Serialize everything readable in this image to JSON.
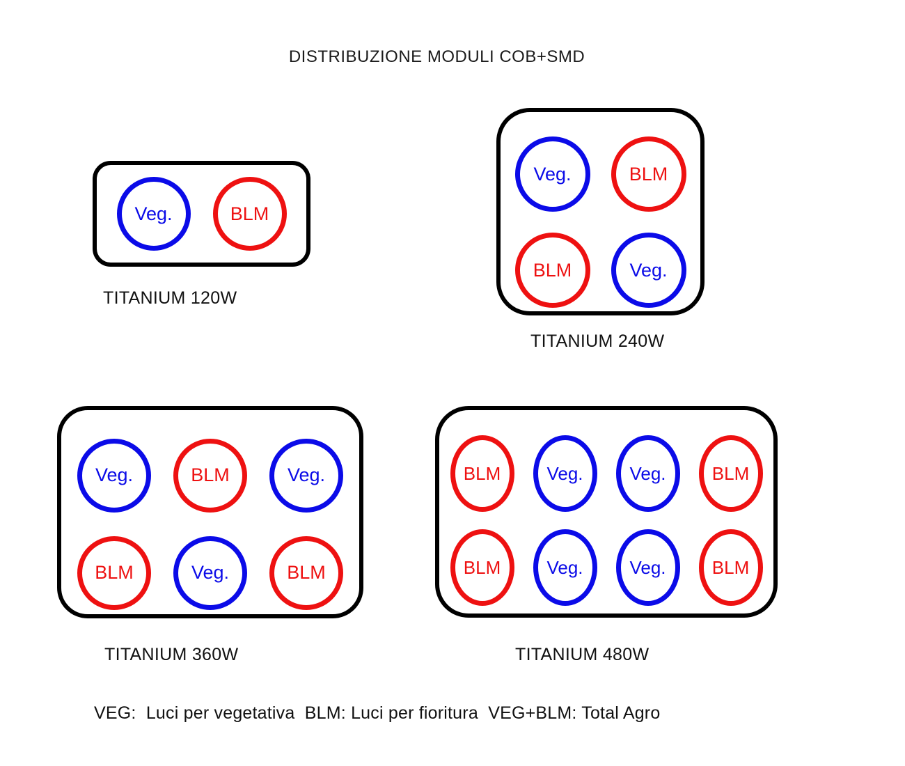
{
  "title": "DISTRIBUZIONE MODULI COB+SMD",
  "panels": [
    {
      "label": "TITANIUM 120W",
      "rows": [
        [
          {
            "type": "veg",
            "label": "Veg."
          },
          {
            "type": "blm",
            "label": "BLM"
          }
        ]
      ]
    },
    {
      "label": "TITANIUM 240W",
      "rows": [
        [
          {
            "type": "veg",
            "label": "Veg."
          },
          {
            "type": "blm",
            "label": "BLM"
          }
        ],
        [
          {
            "type": "blm",
            "label": "BLM"
          },
          {
            "type": "veg",
            "label": "Veg."
          }
        ]
      ]
    },
    {
      "label": "TITANIUM 360W",
      "rows": [
        [
          {
            "type": "veg",
            "label": "Veg."
          },
          {
            "type": "blm",
            "label": "BLM"
          },
          {
            "type": "veg",
            "label": "Veg."
          }
        ],
        [
          {
            "type": "blm",
            "label": "BLM"
          },
          {
            "type": "veg",
            "label": "Veg."
          },
          {
            "type": "blm",
            "label": "BLM"
          }
        ]
      ]
    },
    {
      "label": "TITANIUM 480W",
      "rows": [
        [
          {
            "type": "blm",
            "label": "BLM"
          },
          {
            "type": "veg",
            "label": "Veg."
          },
          {
            "type": "veg",
            "label": "Veg."
          },
          {
            "type": "blm",
            "label": "BLM"
          }
        ],
        [
          {
            "type": "blm",
            "label": "BLM"
          },
          {
            "type": "veg",
            "label": "Veg."
          },
          {
            "type": "veg",
            "label": "Veg."
          },
          {
            "type": "blm",
            "label": "BLM"
          }
        ]
      ]
    }
  ],
  "legend": "VEG:  Luci per vegetativa  BLM: Luci per fioritura  VEG+BLM: Total Agro",
  "colors": {
    "veg_blue": "#0b0be8",
    "blm_red": "#ee1111",
    "panel_outline": "#000000",
    "text": "#1a1a1a"
  }
}
